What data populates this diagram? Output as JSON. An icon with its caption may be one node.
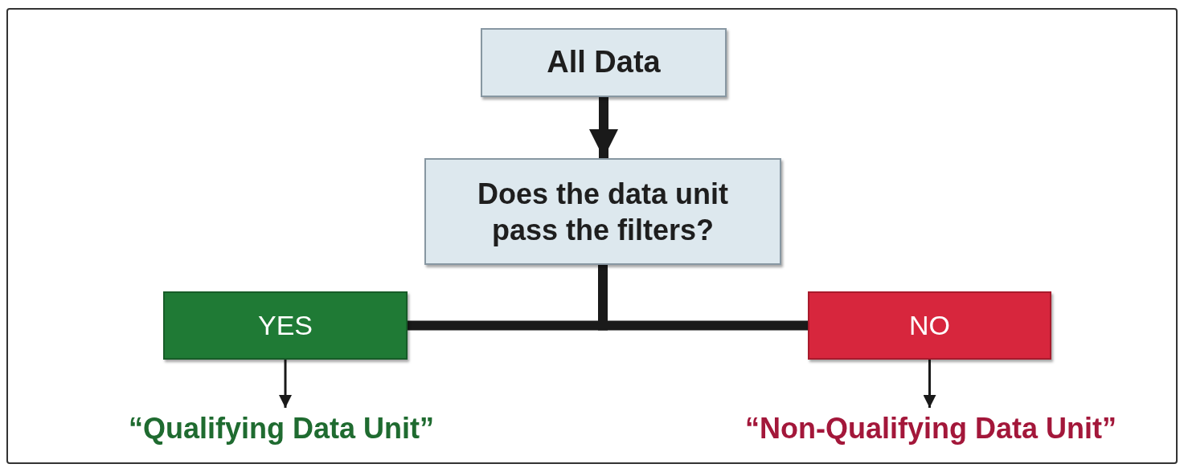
{
  "diagram": {
    "nodes": [
      {
        "text": [
          "All Data"
        ]
      },
      {
        "text": [
          "Does the data unit pass the filters?"
        ]
      },
      {
        "text": [
          "YES"
        ]
      },
      {
        "text": [
          "NO"
        ]
      },
      {
        "text": [
          "“Qualifying Data Unit”"
        ]
      },
      {
        "text": [
          "“Non-Qualifying Data Unit”"
        ]
      }
    ],
    "edges": [
      {
        "from": 0,
        "to": 1,
        "arrow": "to"
      },
      {
        "from": 1,
        "to": 2,
        "arrow": "none"
      },
      {
        "from": 1,
        "to": 3,
        "arrow": "none"
      },
      {
        "from": 2,
        "to": 4,
        "arrow": "to"
      },
      {
        "from": 3,
        "to": 5,
        "arrow": "to"
      }
    ]
  }
}
